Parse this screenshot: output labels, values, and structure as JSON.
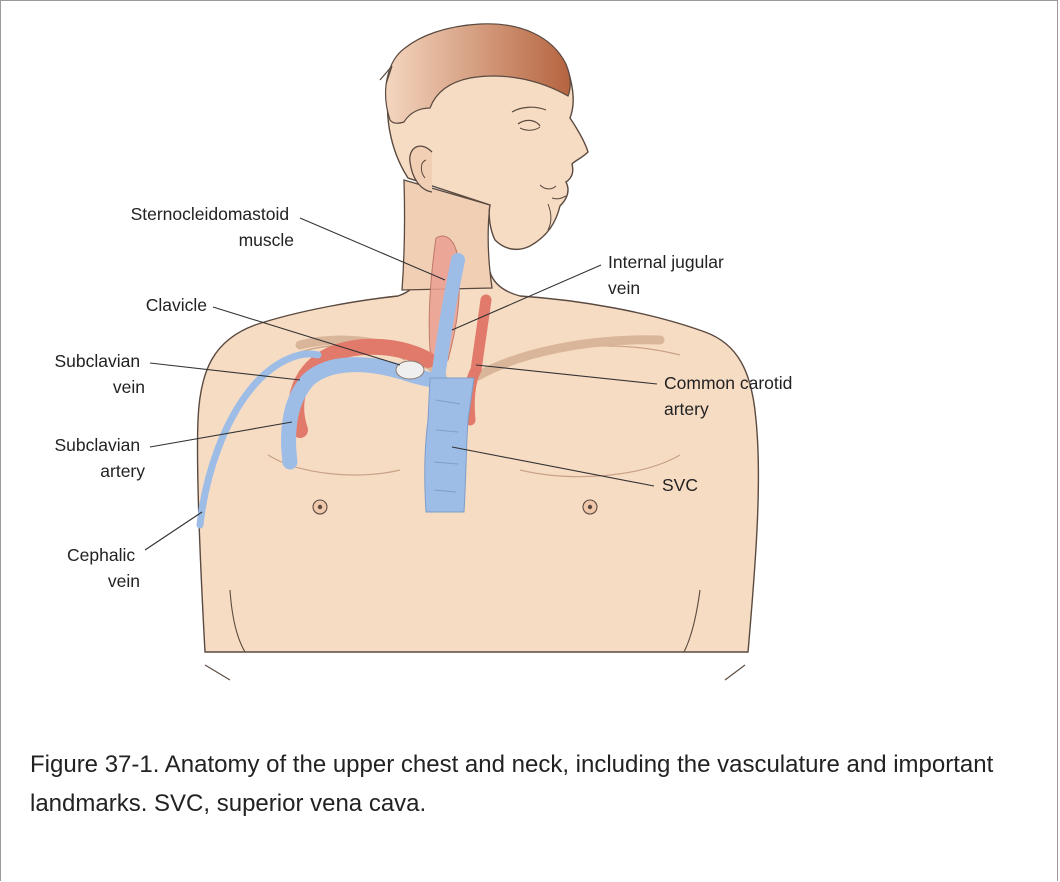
{
  "figure": {
    "labels": {
      "scm": [
        "Sternocleidomastoid",
        "muscle"
      ],
      "clavicle": "Clavicle",
      "subclavian_vein": [
        "Subclavian",
        "vein"
      ],
      "subclavian_artery": [
        "Subclavian",
        "artery"
      ],
      "cephalic_vein": [
        "Cephalic",
        "vein"
      ],
      "internal_jugular": [
        "Internal jugular",
        "vein"
      ],
      "common_carotid": [
        "Common carotid",
        "artery"
      ],
      "svc": "SVC"
    },
    "colors": {
      "skin": "#f7dcc4",
      "skin_shadow": "#e9bf9c",
      "hair": "#b5643f",
      "vein": "#9dbde6",
      "artery": "#e27a6b",
      "outline": "#5a4a40"
    }
  },
  "caption": "Figure 37-1. Anatomy of the upper chest and neck, including the vasculature and important landmarks. SVC, superior vena cava."
}
